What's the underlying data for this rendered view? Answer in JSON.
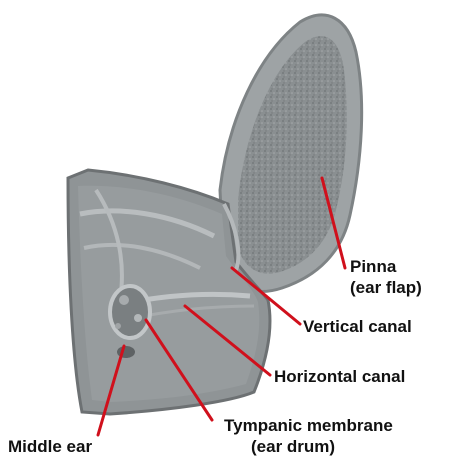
{
  "labels": {
    "pinna_line1": "Pinna",
    "pinna_line2": "(ear flap)",
    "vertical_canal": "Vertical canal",
    "horizontal_canal": "Horizontal canal",
    "tympanic_line1": "Tympanic membrane",
    "tympanic_line2": "(ear drum)",
    "middle_ear": "Middle ear"
  },
  "colors": {
    "pointer": "#d0101c",
    "model_fill": "#8f9496",
    "model_light": "#aeb2b4",
    "model_dark": "#6d7173",
    "text": "#111111"
  }
}
